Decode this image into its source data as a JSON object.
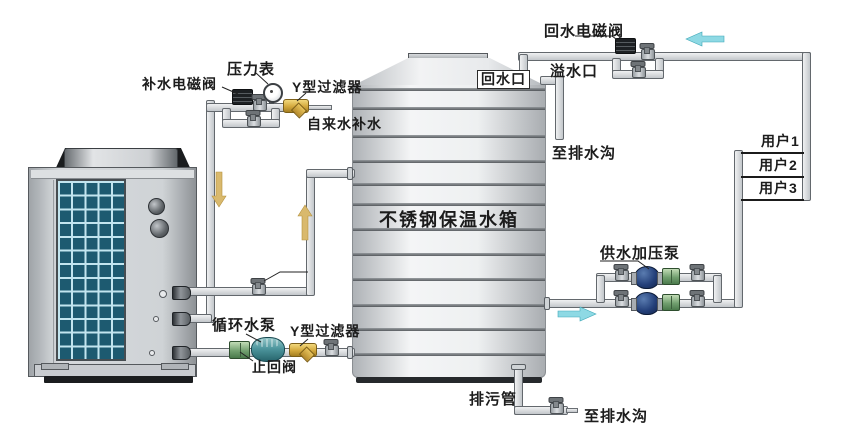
{
  "diagram": {
    "labels": {
      "makeup_solenoid_valve": "补水电磁阀",
      "pressure_gauge": "压力表",
      "y_filter_top": "Y型过滤器",
      "tap_water_makeup": "自来水补水",
      "return_water_solenoid_valve": "回水电磁阀",
      "return_water_port": "回水口",
      "overflow_port": "溢水口",
      "to_drain_top": "至排水沟",
      "user_1": "用户1",
      "user_2": "用户2",
      "user_3": "用户3",
      "tank_name": "不锈钢保温水箱",
      "supply_booster_pump": "供水加压泵",
      "circulation_pump": "循环水泵",
      "y_filter_bottom": "Y型过滤器",
      "check_valve": "止回阀",
      "sewage_pipe": "排污管",
      "to_drain_bottom": "至排水沟"
    },
    "colors": {
      "pipe_fill": "#d6d9dc",
      "pipe_outline": "#63686d",
      "grille_teal": "#1d5a70",
      "grille_grid": "#c2e5ef",
      "filter_yellow": "#d3a83c",
      "check_valve_green": "#72a070",
      "booster_pump_navy": "#24407a",
      "circulation_pump_teal": "#4e979e",
      "solenoid_black": "#1d2023",
      "flow_arrow_cyan": "#8ed9e4",
      "flow_arrow_yellow": "#d9b96d",
      "tank_gray": "#eef0f1",
      "label_text": "#1c1c1c"
    }
  }
}
